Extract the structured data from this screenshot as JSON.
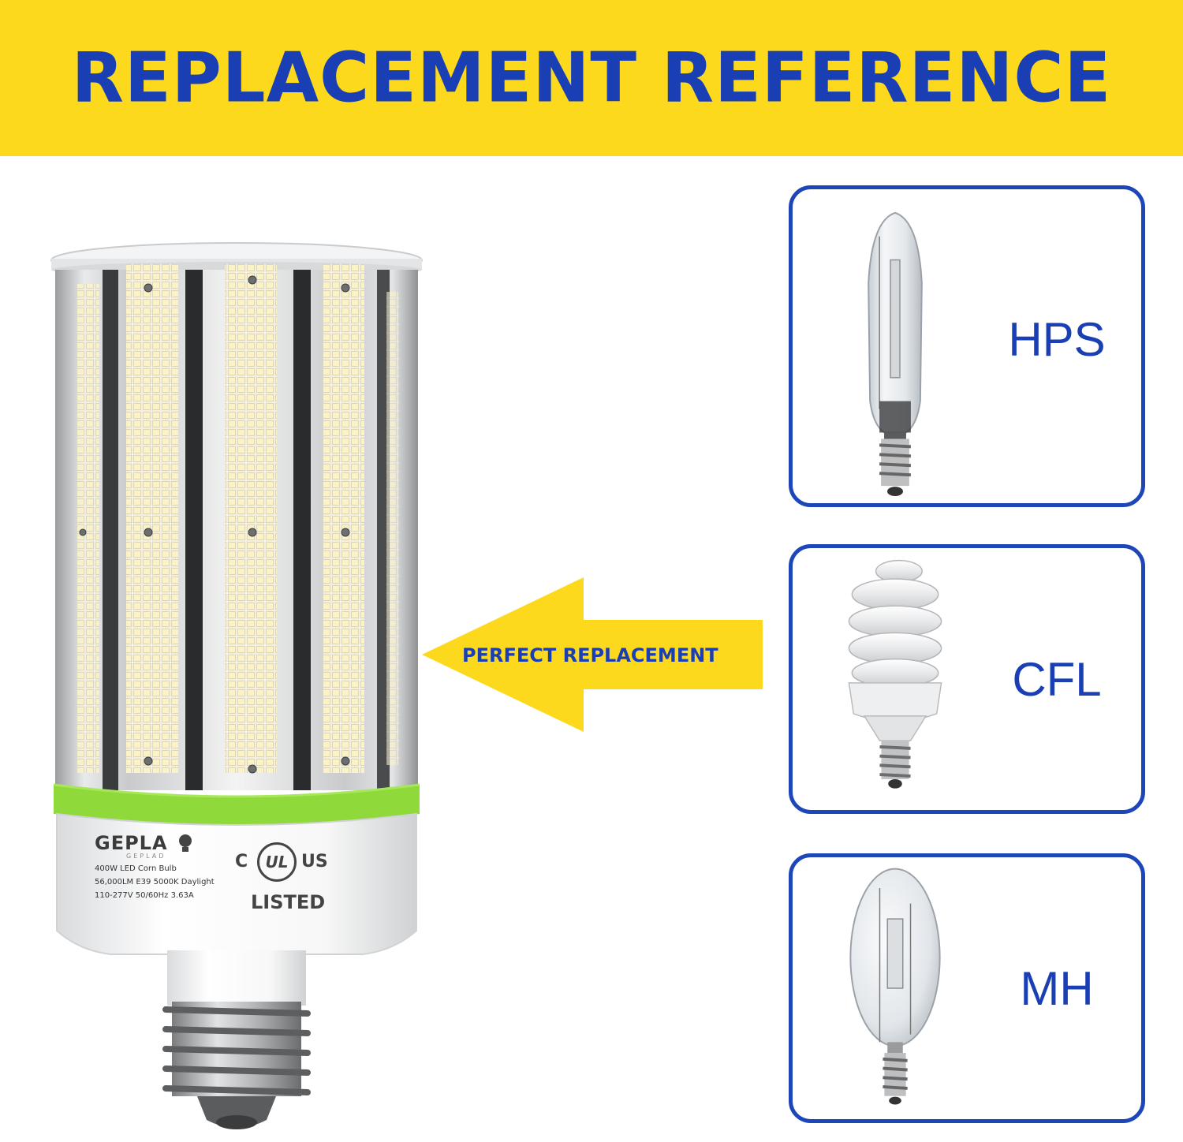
{
  "banner": {
    "title": "REPLACEMENT REFERENCE"
  },
  "arrow": {
    "label": "PERFECT REPLACEMENT"
  },
  "product": {
    "brand": "GEPLA",
    "brand_sub": "GEPLAD",
    "line1": "400W LED Corn Bulb",
    "line2": "56,000LM E39 5000K Daylight",
    "line3": "110-277V 50/60Hz 3.63A",
    "cert": {
      "c": "C",
      "ul": "UL",
      "us": "US",
      "listed": "LISTED"
    }
  },
  "replacements": [
    {
      "label": "HPS"
    },
    {
      "label": "CFL"
    },
    {
      "label": "MH"
    }
  ],
  "colors": {
    "banner_bg": "#fcd91c",
    "primary_blue": "#1a3fb5",
    "card_border": "#1d46b8",
    "arrow_yellow": "#fcd91c",
    "band_green": "#8fd93b"
  }
}
